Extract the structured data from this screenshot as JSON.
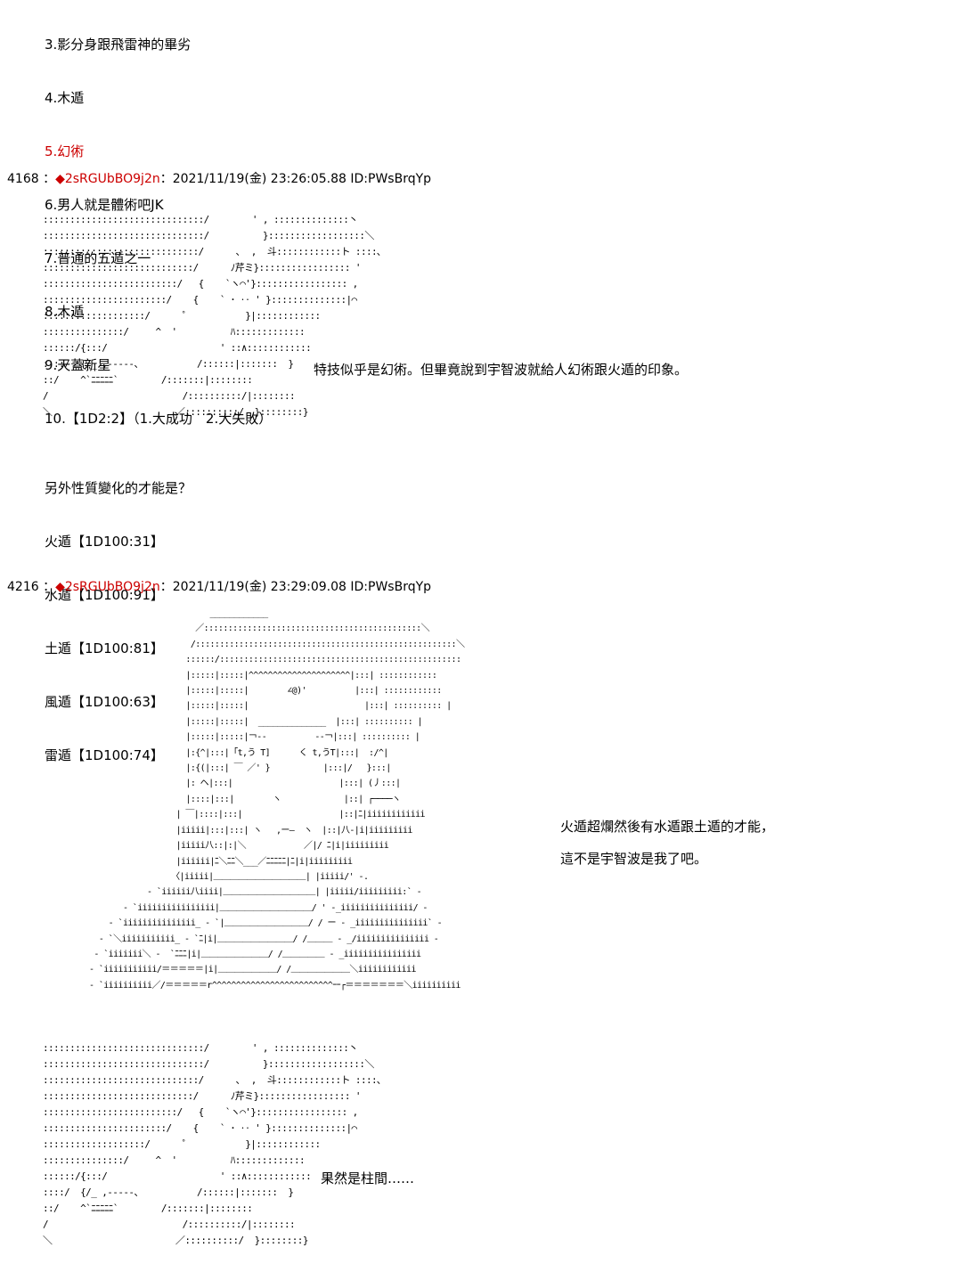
{
  "list": [
    {
      "text": "3.影分身跟飛雷神的畢劣",
      "highlight": false
    },
    {
      "text": "4.木遁",
      "highlight": false
    },
    {
      "text": "5.幻術",
      "highlight": true
    },
    {
      "text": "6.男人就是體術吧JK",
      "highlight": false
    },
    {
      "text": "7.普通的五遁之一",
      "highlight": false
    },
    {
      "text": "8.木遁",
      "highlight": false
    },
    {
      "text": "9.天蓋新星",
      "highlight": false
    },
    {
      "text": "10.【1D2:2】（1.大成功　2.大失敗）",
      "highlight": false
    }
  ],
  "posts": [
    {
      "number": "4168",
      "sep": "：",
      "trip": "◆2sRGUbBO9j2n",
      "meta": "：2021/11/19(金) 23:26:05.88 ID:PWsBrqYp"
    },
    {
      "number": "4216",
      "sep": "：",
      "trip": "◆2sRGUbBO9j2n",
      "meta": "：2021/11/19(金) 23:29:09.08 ID:PWsBrqYp"
    }
  ],
  "aa_small_1": "::::::::::::::::::::::::::::::/        ' , ::::::::::::::丶\n::::::::::::::::::::::::::::::/          }::::::::::::::::::＼\n:::::::::::::::::::::::::::::/      ､  ,  斗::::::::::::ト ::::､\n::::::::::::::::::::::::::::/      ﾉ芹ミ}::::::::::::::::: '\n:::::::::::::::::::::::::/   {    `ヽ⌒'}::::::::::::::::: ,\n:::::::::::::::::::::::/    {    ` ･ ‥ ' }::::::::::::::|⌒\n:::::::::::::::::::/      ゜          }|::::::::::::\n:::::::::::::::/     ^  '          ﾊ:::::::::::::\n::::::/{:::/                     ' ::∧::::::::::::\n::::/  {/_ ,-----、          /::::::|:::::::  }\n::/    ^`ﾆﾆﾆﾆﾆ`        /:::::::|::::::::\n/                         /::::::::::/|::::::::\n＼                       ／::::::::::/  }::::::::}",
  "aa_large": "                         ____________\n                      ／:::::::::::::::::::::::::::::::::::::::::::::＼\n                     /::::::::::::::::::::::::::::::::::::::::::::::::::::::＼\n                    ::::::/::::::::::::::::::::::::::::::::::::::::::::::::::\n                    |:::::|:::::|^^^^^^^^^^^^^^^^^^^^^|:::| ::::::::::::\n                    |:::::|:::::|        ∠@)'          |:::| ::::::::::::\n                    |:::::|:::::|                        |:::| :::::::::: |\n                    |:::::|:::::|  ______________  |:::| :::::::::: |\n                    |:::::|:::::|￢--          --￢|:::| :::::::::: |\n                    |:{^|:::|「t,う T]      く t,うT|:::|  :/^|\n                    |:{(|:::| ￣ ／' }           |:::|/   }:::|\n                    |: ヘ|:::|                      |:::| (丿:::|\n                    |::::|:::|        ヽ             |::| ┌────ヽ\n                  | ￣|::::|:::|                    |::|ﾆ|iiiiiiiiiiii\n                  |iiiii|:::|:::| ヽ   ,ー―  ヽ  |::|八-|i|iiiiiiiii\n                  |iiiii八::|:|＼            ／|/ ﾆ|i|iiiiiiiii\n                  |iiiiii|ﾆ＼ﾆﾆ＼___／ﾆﾆﾆﾆﾆ|ﾆ|i|iiiiiiiii\n                 〈|iiiii|＿＿＿＿＿＿＿＿＿＿＿| |iiiii/' -.\n            - `iiiiii八iiii|＿＿＿＿＿＿＿＿＿＿＿| |iiiii/iiiiiiiii:` -\n       - `iiiiiiiiiiiiiiii|＿＿＿＿＿＿＿＿＿＿＿/ ' -_iiiiiiiiiiiiiii/ -\n    - `iiiiiiiiiiiiiii_ - `|＿＿＿＿＿＿＿＿＿＿/ / ー - _iiiiiiiiiiiiiii` -\n  - `＼iiiiiiiiiii_ - `ﾆ|i|＿＿＿＿＿＿＿＿＿/ /＿＿＿ - _/iiiiiiiiiiiiiii -\n - `iiiiiii＼ -  `ﾆﾆﾆ|i|＿＿＿＿＿＿＿＿/ /＿＿＿＿＿ - _iiiiiiiiiiiiiiii\n- `iiiiiiiiiii/＝＝＝＝＝|i|＿＿＿＿＿＿＿/ /＿＿＿＿＿＿＿＼iiiiiiiiiiii\n- `iiiiiiiiii／/＝＝＝＝＝r^^^^^^^^^^^^^^^^^^^^^^^^^ｰｰ┌＝＝＝＝＝＝＝＼iiiiiiiiii",
  "aa_small_2": "::::::::::::::::::::::::::::::/        ' , ::::::::::::::丶\n::::::::::::::::::::::::::::::/          }::::::::::::::::::＼\n:::::::::::::::::::::::::::::/      ､  ,  斗::::::::::::ト ::::､\n::::::::::::::::::::::::::::/      ﾉ芹ミ}::::::::::::::::: '\n:::::::::::::::::::::::::/   {    `ヽ⌒'}::::::::::::::::: ,\n:::::::::::::::::::::::/    {    ` ･ ‥ ' }::::::::::::::|⌒\n:::::::::::::::::::/      ゜          }|::::::::::::\n:::::::::::::::/     ^  '          ﾊ:::::::::::::\n::::::/{:::/                     ' ::∧::::::::::::\n::::/  {/_ ,-----、          /::::::|:::::::  }\n::/    ^`ﾆﾆﾆﾆﾆ`        /:::::::|::::::::\n/                         /::::::::::/|::::::::\n＼                       ／::::::::::/  }::::::::}",
  "speech_1": "特技似乎是幻術。但畢竟說到宇智波就給人幻術跟火遁的印象。",
  "rolls": [
    "另外性質變化的才能是？",
    "火遁【1D100:31】",
    "水遁【1D100:91】",
    "土遁【1D100:81】",
    "風遁【1D100:63】",
    "雷遁【1D100:74】"
  ],
  "speech_2_line1": "火遁超爛然後有水遁跟土遁的才能，",
  "speech_2_line2": "這不是宇智波是我了吧。",
  "speech_3": "果然是柱間……"
}
